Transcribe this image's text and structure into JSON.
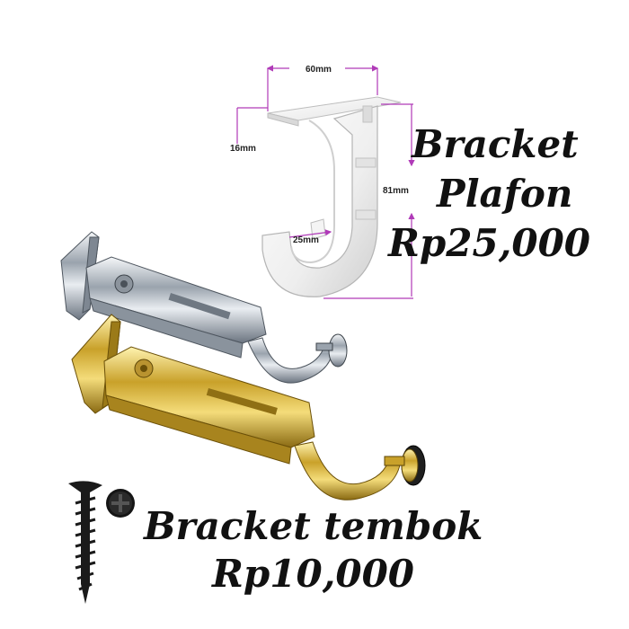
{
  "products": {
    "plafon": {
      "name_line1": "Bracket",
      "name_line2": "Plafon",
      "price": "Rp25,000",
      "dimensions": {
        "width": "60mm",
        "thickness": "16mm",
        "height": "81mm",
        "hook": "25mm"
      },
      "color": "#f2f2f2"
    },
    "tembok": {
      "name": "Bracket tembok",
      "price": "Rp10,000",
      "finishes": [
        "chrome",
        "gold"
      ]
    }
  },
  "colors": {
    "dimension_line": "#b03ab8",
    "text": "#111111",
    "chrome": "#c9cfd6",
    "gold": "#d8b43a"
  },
  "icons": [
    "screw-icon",
    "screw-head-icon"
  ]
}
